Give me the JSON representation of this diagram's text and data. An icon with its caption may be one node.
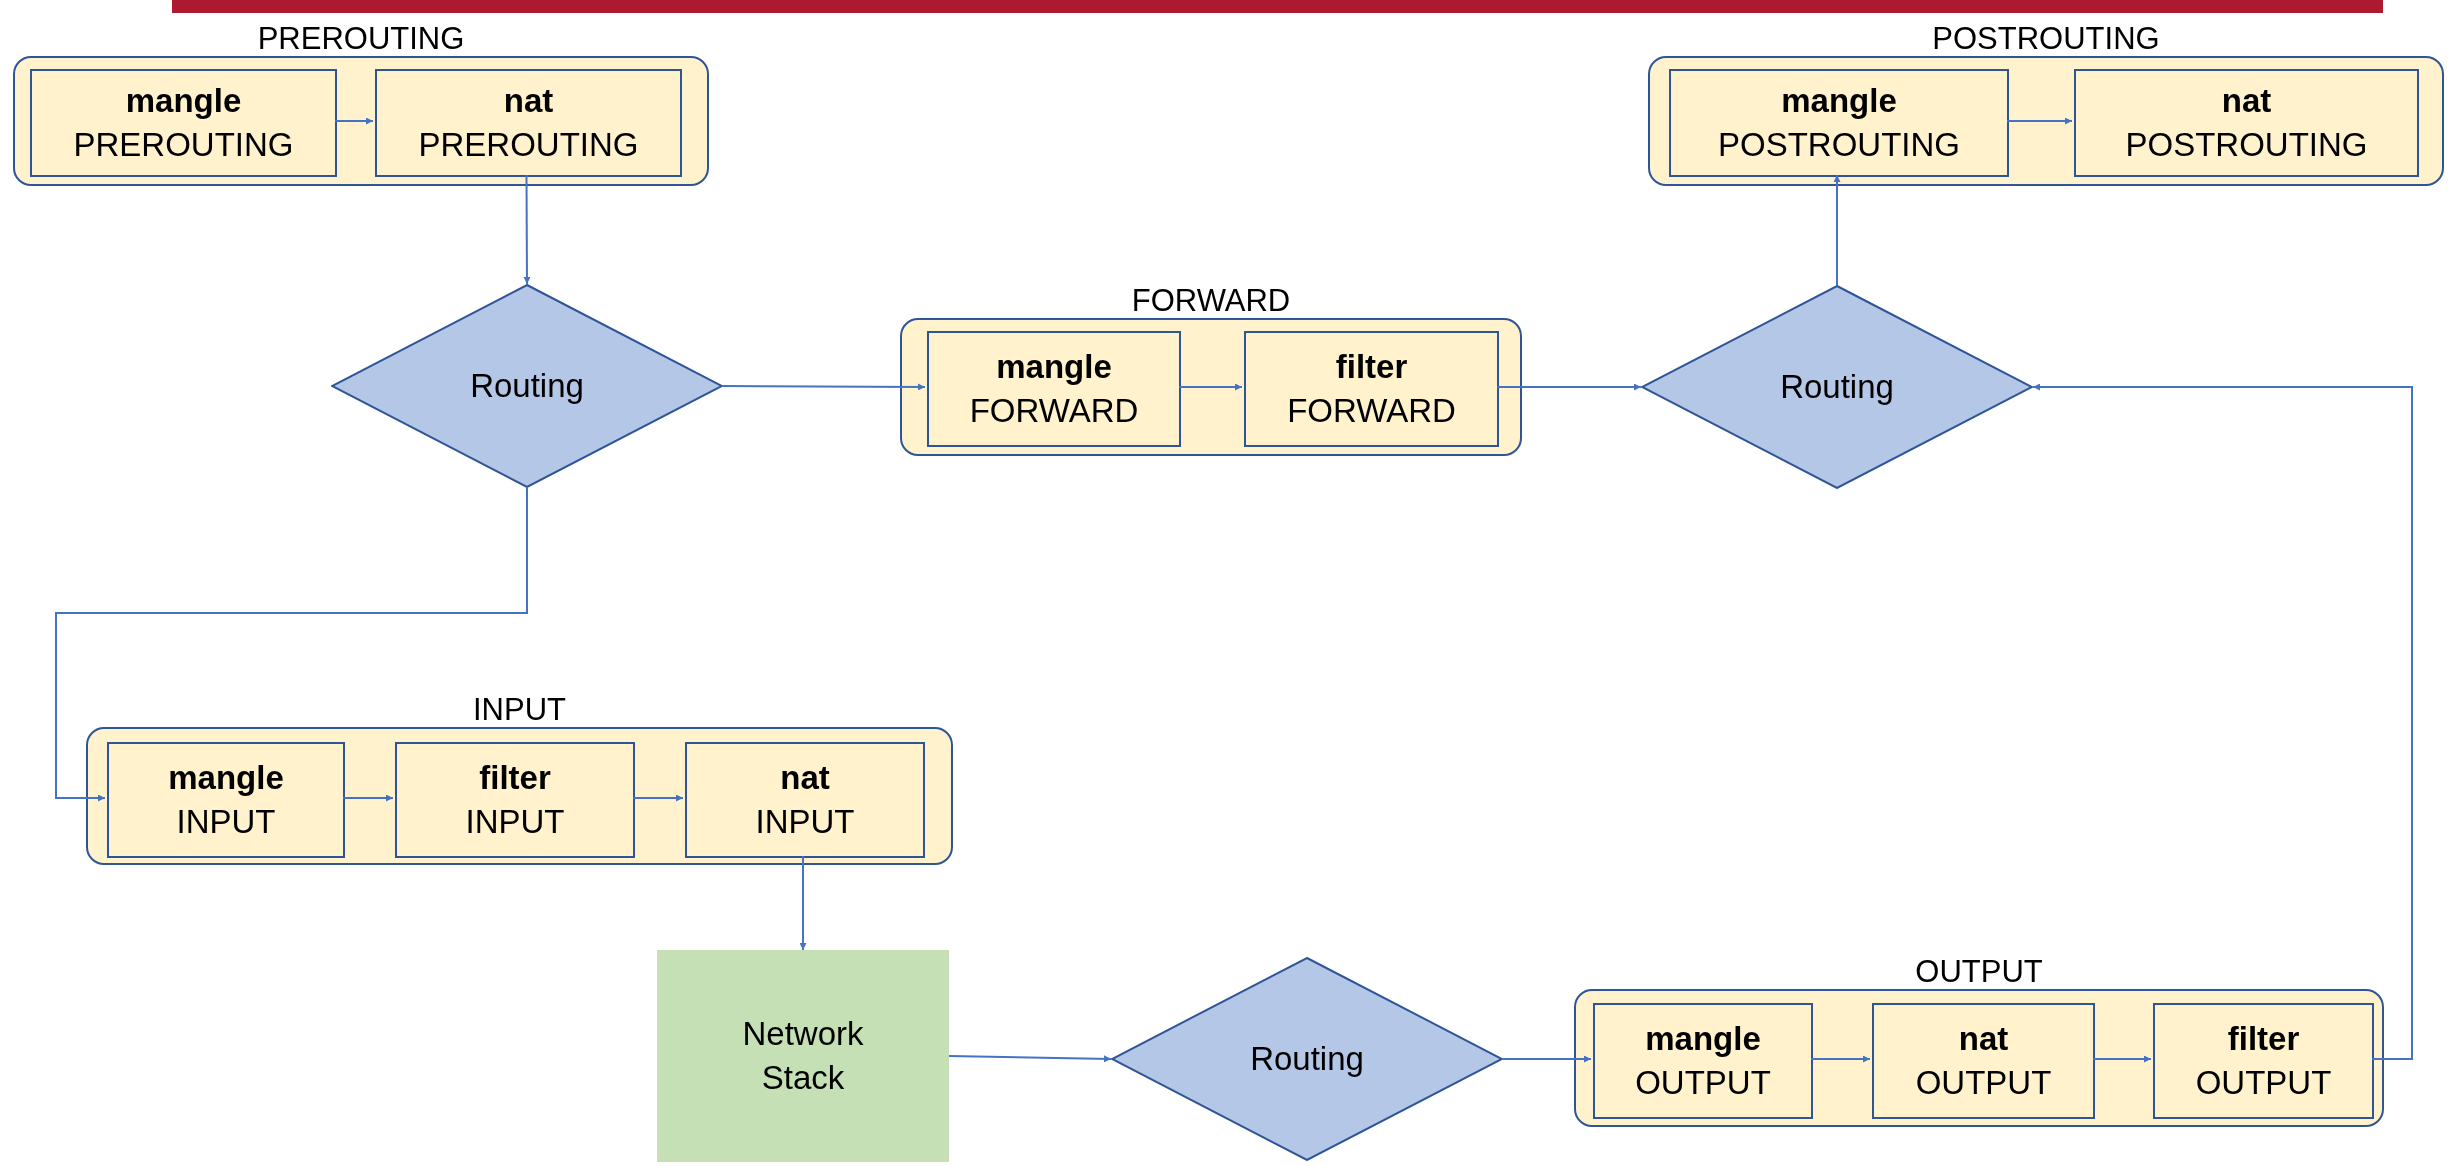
{
  "diagram": {
    "nodes": [
      {
        "text": [
          "PREROUTING"
        ]
      },
      {
        "text": [
          "mangle",
          "PREROUTING"
        ],
        "in": 0
      },
      {
        "text": [
          "nat",
          "PREROUTING"
        ],
        "in": 0
      },
      {
        "text": [
          "POSTROUTING"
        ]
      },
      {
        "text": [
          "mangle",
          "POSTROUTING"
        ],
        "in": 3
      },
      {
        "text": [
          "nat",
          "POSTROUTING"
        ],
        "in": 3
      },
      {
        "text": [
          "FORWARD"
        ]
      },
      {
        "text": [
          "mangle",
          "FORWARD"
        ],
        "in": 6
      },
      {
        "text": [
          "filter",
          "FORWARD"
        ],
        "in": 6
      },
      {
        "text": [
          "Routing"
        ]
      },
      {
        "text": [
          "Routing"
        ]
      },
      {
        "text": [
          "INPUT"
        ]
      },
      {
        "text": [
          "mangle",
          "INPUT"
        ],
        "in": 11
      },
      {
        "text": [
          "filter",
          "INPUT"
        ],
        "in": 11
      },
      {
        "text": [
          "nat",
          "INPUT"
        ],
        "in": 11
      },
      {
        "text": [
          "Network Stack"
        ]
      },
      {
        "text": [
          "Routing"
        ]
      },
      {
        "text": [
          "OUTPUT"
        ]
      },
      {
        "text": [
          "mangle",
          "OUTPUT"
        ],
        "in": 17
      },
      {
        "text": [
          "nat",
          "OUTPUT"
        ],
        "in": 17
      },
      {
        "text": [
          "filter",
          "OUTPUT"
        ],
        "in": 17
      }
    ],
    "edges": [
      {
        "from": 1,
        "to": 2,
        "arrow": "to"
      },
      {
        "from": 2,
        "to": 9,
        "arrow": "to"
      },
      {
        "from": 9,
        "to": 7,
        "arrow": "to"
      },
      {
        "from": 7,
        "to": 8,
        "arrow": "to"
      },
      {
        "from": 8,
        "to": 10,
        "arrow": "to"
      },
      {
        "from": 10,
        "to": 4,
        "arrow": "to"
      },
      {
        "from": 4,
        "to": 5,
        "arrow": "to"
      },
      {
        "from": 9,
        "to": 12,
        "arrow": "to"
      },
      {
        "from": 12,
        "to": 13,
        "arrow": "to"
      },
      {
        "from": 13,
        "to": 14,
        "arrow": "to"
      },
      {
        "from": 14,
        "to": 15,
        "arrow": "to"
      },
      {
        "from": 15,
        "to": 16,
        "arrow": "to"
      },
      {
        "from": 16,
        "to": 18,
        "arrow": "to"
      },
      {
        "from": 18,
        "to": 19,
        "arrow": "to"
      },
      {
        "from": 19,
        "to": 20,
        "arrow": "to"
      },
      {
        "from": 20,
        "to": 10,
        "arrow": "to"
      }
    ]
  }
}
